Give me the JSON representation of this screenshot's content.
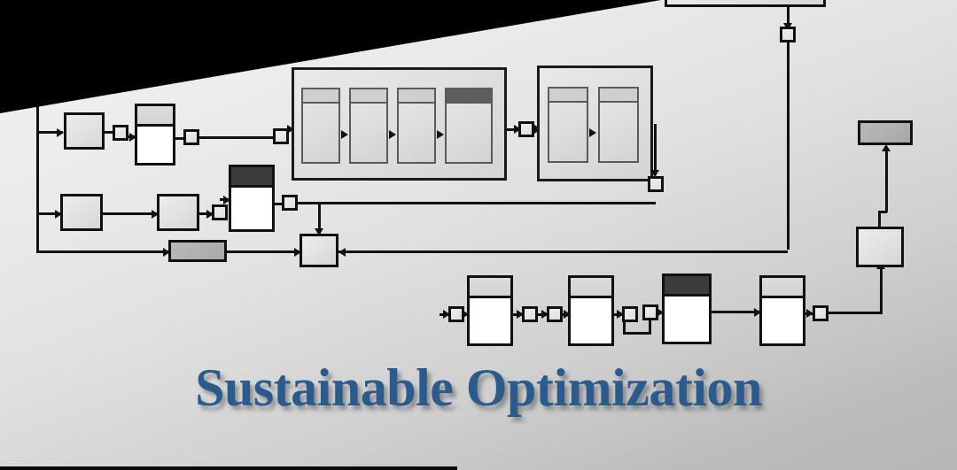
{
  "slide": {
    "title": "Sustainable Optimization",
    "title_color": "#2a5b8c",
    "background_top": "#f4f4f4",
    "background_bottom": "#b6b6b6",
    "occluder_color": "#000000"
  },
  "diagram": {
    "kind": "flowchart",
    "stroke_color": "#111111",
    "nodes": [
      {
        "id": "top-clipped-box",
        "shape": "rect",
        "fill": "light",
        "label": ""
      },
      {
        "id": "input-a",
        "shape": "rect",
        "fill": "light",
        "label": ""
      },
      {
        "id": "process-a",
        "shape": "document",
        "fill": "white",
        "header": "light",
        "label": ""
      },
      {
        "id": "group-1",
        "shape": "group",
        "fill": "light",
        "label": ""
      },
      {
        "id": "group-1-step-1",
        "shape": "document",
        "fill": "light",
        "header": "light",
        "label": ""
      },
      {
        "id": "group-1-step-2",
        "shape": "document",
        "fill": "light",
        "header": "light",
        "label": ""
      },
      {
        "id": "group-1-step-3",
        "shape": "document",
        "fill": "light",
        "header": "light",
        "label": ""
      },
      {
        "id": "group-1-step-4",
        "shape": "document",
        "fill": "light",
        "header": "dark",
        "label": ""
      },
      {
        "id": "group-2",
        "shape": "group",
        "fill": "light",
        "label": ""
      },
      {
        "id": "group-2-step-1",
        "shape": "document",
        "fill": "light",
        "header": "light",
        "label": ""
      },
      {
        "id": "group-2-step-2",
        "shape": "document",
        "fill": "light",
        "header": "light",
        "label": ""
      },
      {
        "id": "input-b",
        "shape": "rect",
        "fill": "light",
        "label": ""
      },
      {
        "id": "process-b",
        "shape": "rect",
        "fill": "light",
        "label": ""
      },
      {
        "id": "process-c",
        "shape": "document",
        "fill": "white",
        "header": "dark",
        "label": ""
      },
      {
        "id": "gray-bar",
        "shape": "rect",
        "fill": "gray",
        "label": ""
      },
      {
        "id": "merge-node",
        "shape": "rect",
        "fill": "light",
        "label": ""
      },
      {
        "id": "stage-1",
        "shape": "document",
        "fill": "white",
        "header": "light",
        "label": ""
      },
      {
        "id": "stage-2",
        "shape": "document",
        "fill": "white",
        "header": "light",
        "label": ""
      },
      {
        "id": "stage-3",
        "shape": "document",
        "fill": "white",
        "header": "dark",
        "label": ""
      },
      {
        "id": "stage-4",
        "shape": "document",
        "fill": "white",
        "header": "light",
        "label": ""
      },
      {
        "id": "output-collector",
        "shape": "rect",
        "fill": "light",
        "label": ""
      },
      {
        "id": "output-bar",
        "shape": "rect",
        "fill": "gray",
        "label": ""
      }
    ],
    "connectors": [
      {
        "id": "c1"
      },
      {
        "id": "c2"
      },
      {
        "id": "c3"
      },
      {
        "id": "c4"
      },
      {
        "id": "c5"
      },
      {
        "id": "c6"
      },
      {
        "id": "c7"
      },
      {
        "id": "c8"
      },
      {
        "id": "c9"
      },
      {
        "id": "c10"
      },
      {
        "id": "c11"
      },
      {
        "id": "c12"
      },
      {
        "id": "c13"
      }
    ]
  }
}
